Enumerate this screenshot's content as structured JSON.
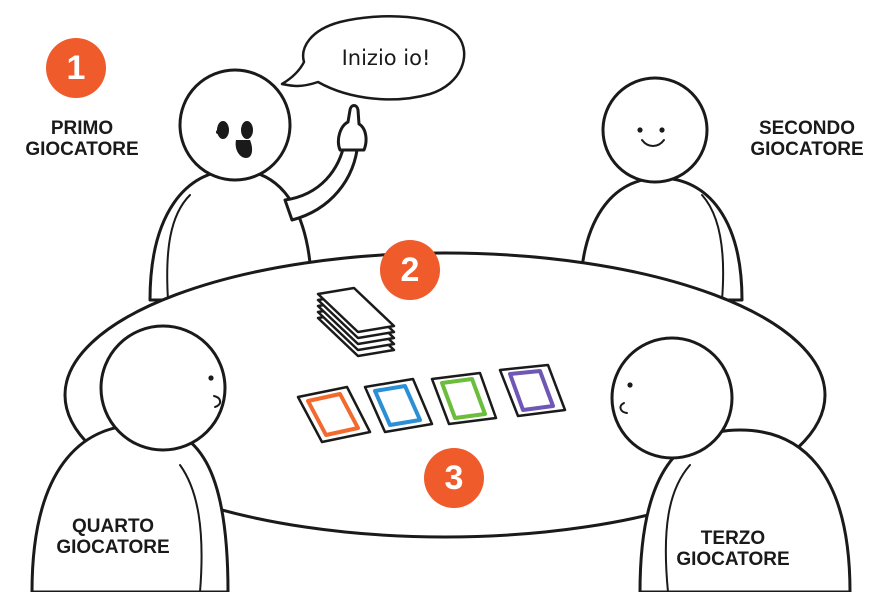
{
  "speech_bubble": {
    "text": "Inizio io!"
  },
  "players": {
    "first": {
      "line1": "PRIMO",
      "line2": "GIOCATORE"
    },
    "second": {
      "line1": "SECONDO",
      "line2": "GIOCATORE"
    },
    "third": {
      "line1": "TERZO",
      "line2": "GIOCATORE"
    },
    "fourth": {
      "line1": "QUARTO",
      "line2": "GIOCATORE"
    }
  },
  "steps": [
    "1",
    "2",
    "3"
  ],
  "colors": {
    "badge": "#ef5b2a",
    "card_orange": "#f26a2e",
    "card_blue": "#2b8fd6",
    "card_green": "#6cbd3c",
    "card_purple": "#6f57b5",
    "outline": "#1a1a1a"
  }
}
